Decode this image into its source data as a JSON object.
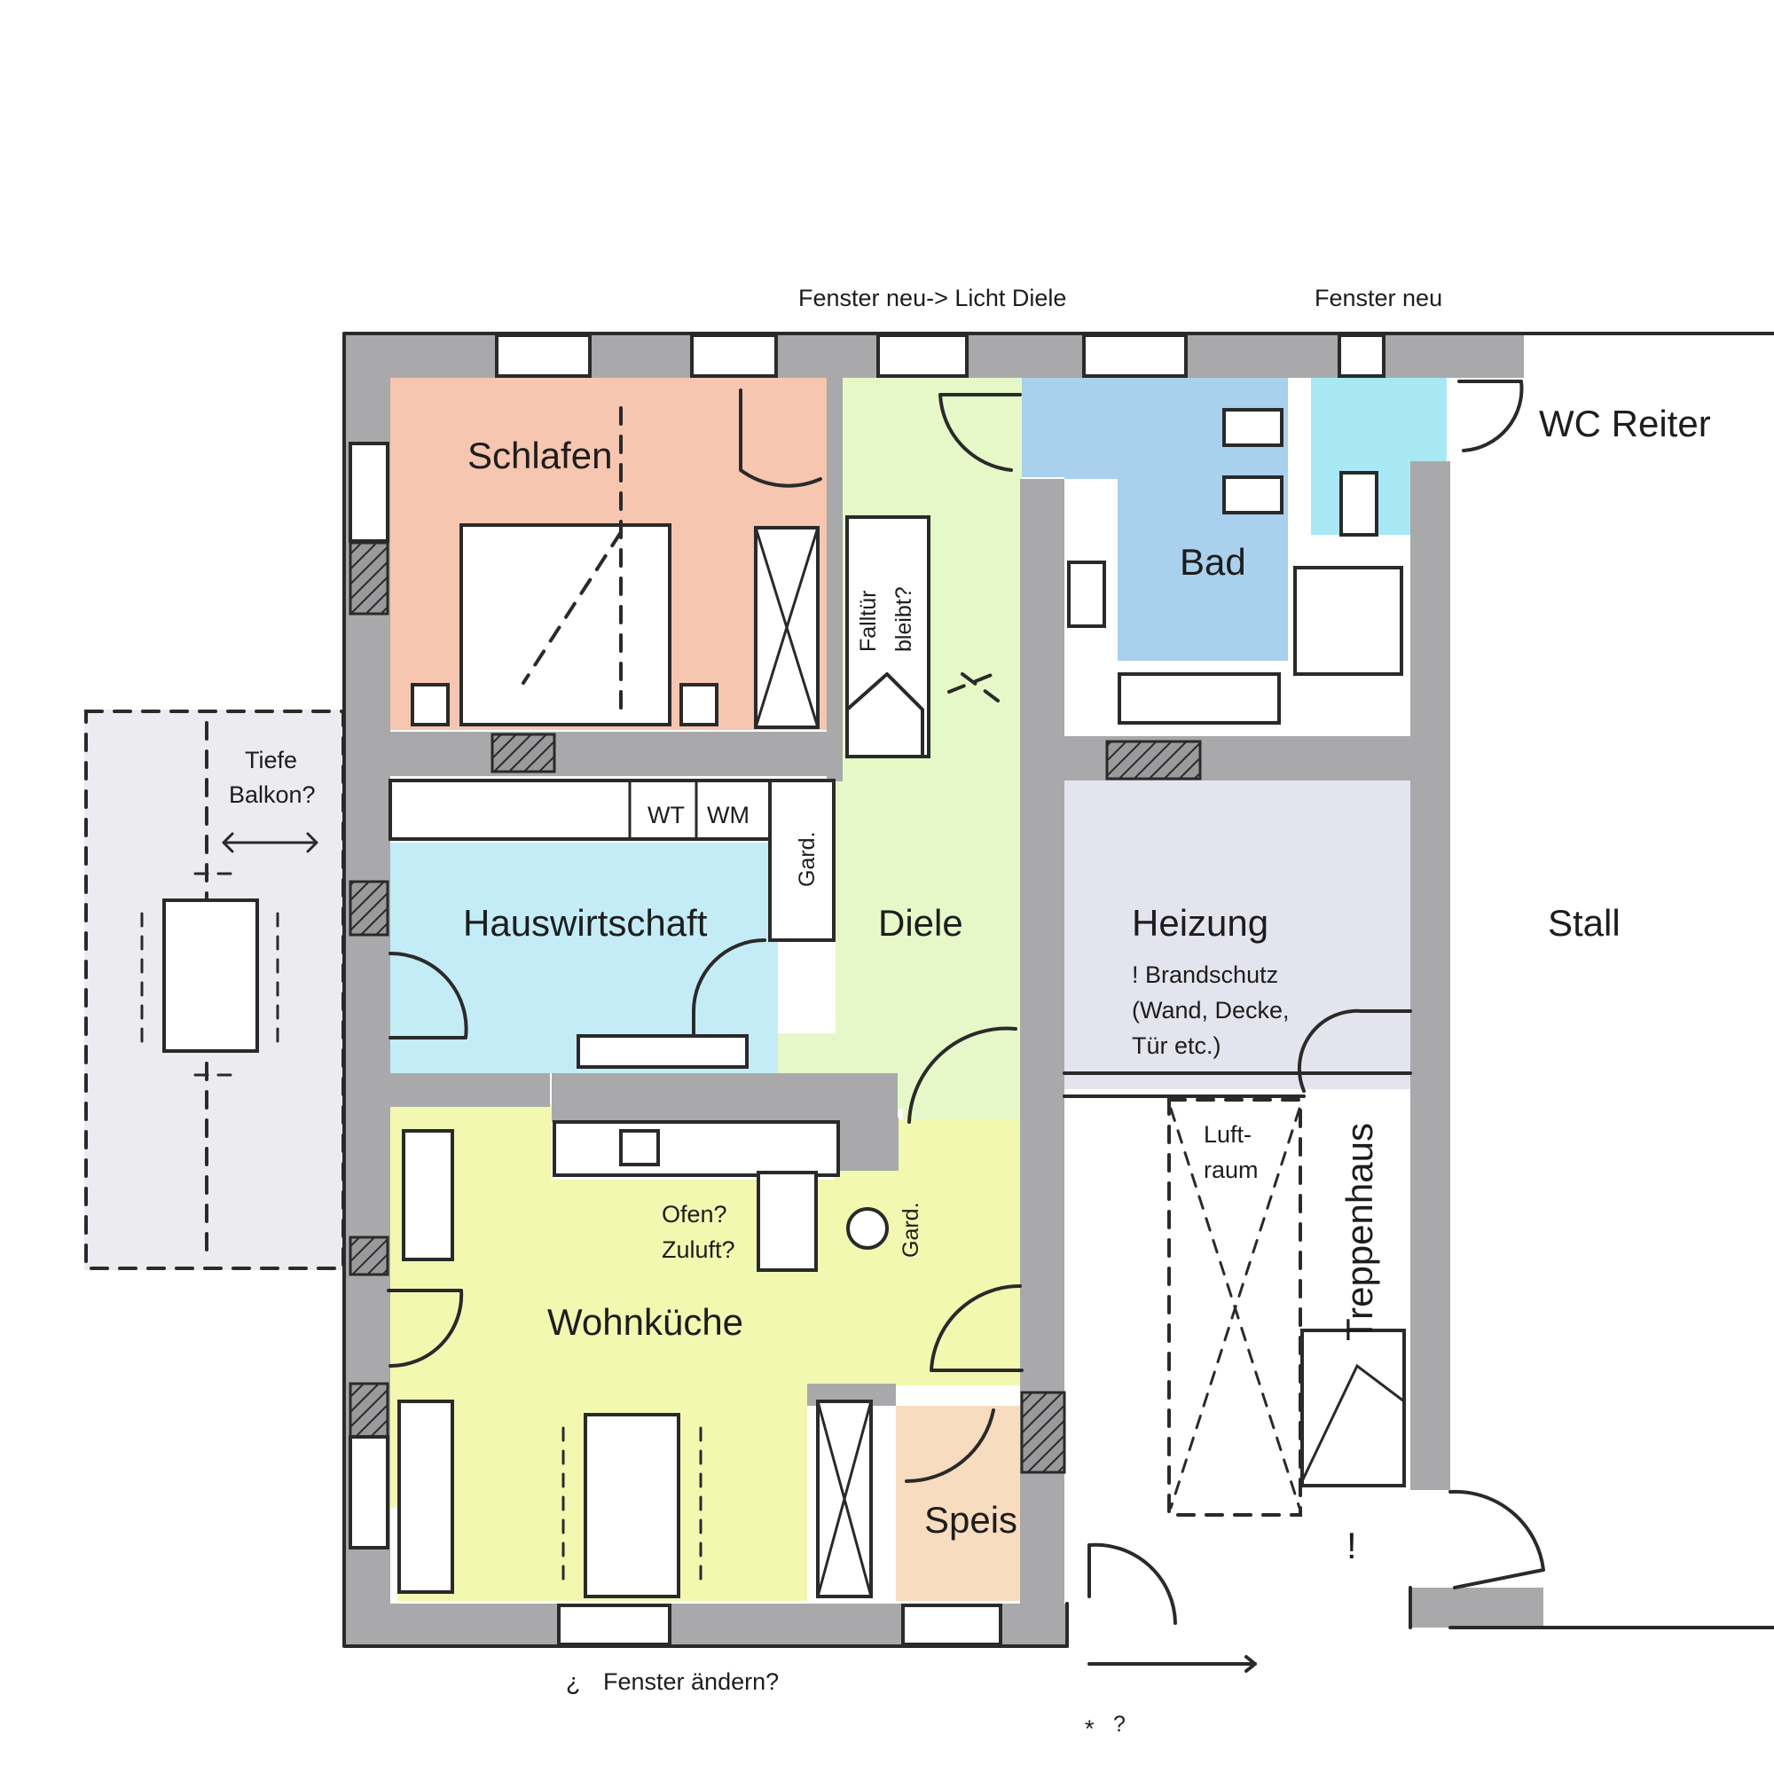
{
  "rooms": {
    "schlafen": "Schlafen",
    "bad": "Bad",
    "wc_reiter": "WC Reiter",
    "hauswirtschaft": "Hauswirtschaft",
    "diele": "Diele",
    "heizung": "Heizung",
    "stall": "Stall",
    "wohnkueche": "Wohnküche",
    "speis": "Speis",
    "treppenhaus": "Treppenhaus"
  },
  "notes": {
    "fenster_neu_licht_diele": "Fenster neu-> Licht Diele",
    "fenster_neu": "Fenster neu",
    "falltuer": "Falltür",
    "bleibt": "bleibt?",
    "tiefe": "Tiefe",
    "balkon": "Balkon?",
    "wt": "WT",
    "wm": "WM",
    "gard_1": "Gard.",
    "gard_2": "Gard.",
    "brandschutz_1": "! Brandschutz",
    "brandschutz_2": "(Wand, Decke,",
    "brandschutz_3": "Tür etc.)",
    "luft": "Luft-",
    "raum": "raum",
    "ofen": "Ofen?",
    "zuluft": "Zuluft?",
    "exclaim": "!",
    "fenster_aendern": "Fenster ändern?",
    "question_small": "?",
    "question_left": "¿",
    "asterisk": "*"
  },
  "colors": {
    "schlafen": "#f6c6b0",
    "diele": "#e6f8c8",
    "bad": "#a9d0ec",
    "wc_reiter": "#a8e8f4",
    "hauswirtschaft": "#c4ecf6",
    "heizung": "#e4e4ee",
    "wohnkueche": "#f2f8b0",
    "speis": "#f8dcc0",
    "balkon": "#ececf0",
    "wall": "#a9a9ab"
  }
}
